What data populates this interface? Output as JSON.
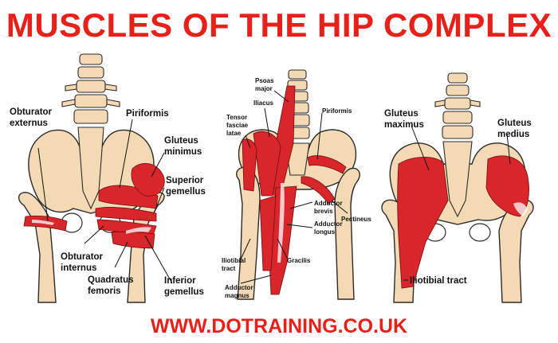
{
  "title": "MUSCLES OF THE HIP COMPLEX",
  "footer": "WWW.DOTRAINING.CO.UK",
  "colors": {
    "title": "#e8201a",
    "muscle": "#d9262a",
    "bone": "#f3d9b4"
  },
  "panel1": {
    "obturator_externus": [
      "Obturator",
      "externus"
    ],
    "piriformis": "Piriformis",
    "gluteus_minimus": [
      "Gluteus",
      "minimus"
    ],
    "superior_gemellus": [
      "Superior",
      "gemellus"
    ],
    "obturator_internus": [
      "Obturator",
      "internus"
    ],
    "quadratus_femoris": [
      "Quadratus",
      "femoris"
    ],
    "inferior_gemellus": [
      "Inferior",
      "gemellus"
    ]
  },
  "panel2": {
    "psoas_major": [
      "Psoas",
      "major"
    ],
    "iliacus": "Iliacus",
    "tensor_fasciae_latae": [
      "Tensor",
      "fasciae",
      "latae"
    ],
    "piriformis": "Piriformis",
    "adductor_brevis": [
      "Adductor",
      "brevis"
    ],
    "adductor_longus": [
      "Adductor",
      "longus"
    ],
    "pectineus": "Pectineus",
    "iliotibial_tract": [
      "Iliotibial",
      "tract"
    ],
    "gracilis": "Gracilis",
    "adductor_magnus": [
      "Adductor",
      "magnus"
    ]
  },
  "panel3": {
    "gluteus_maximus": [
      "Gluteus",
      "maximus"
    ],
    "gluteus_medius": [
      "Gluteus",
      "medius"
    ],
    "iliotibial_tract": "Iliotibial tract"
  }
}
